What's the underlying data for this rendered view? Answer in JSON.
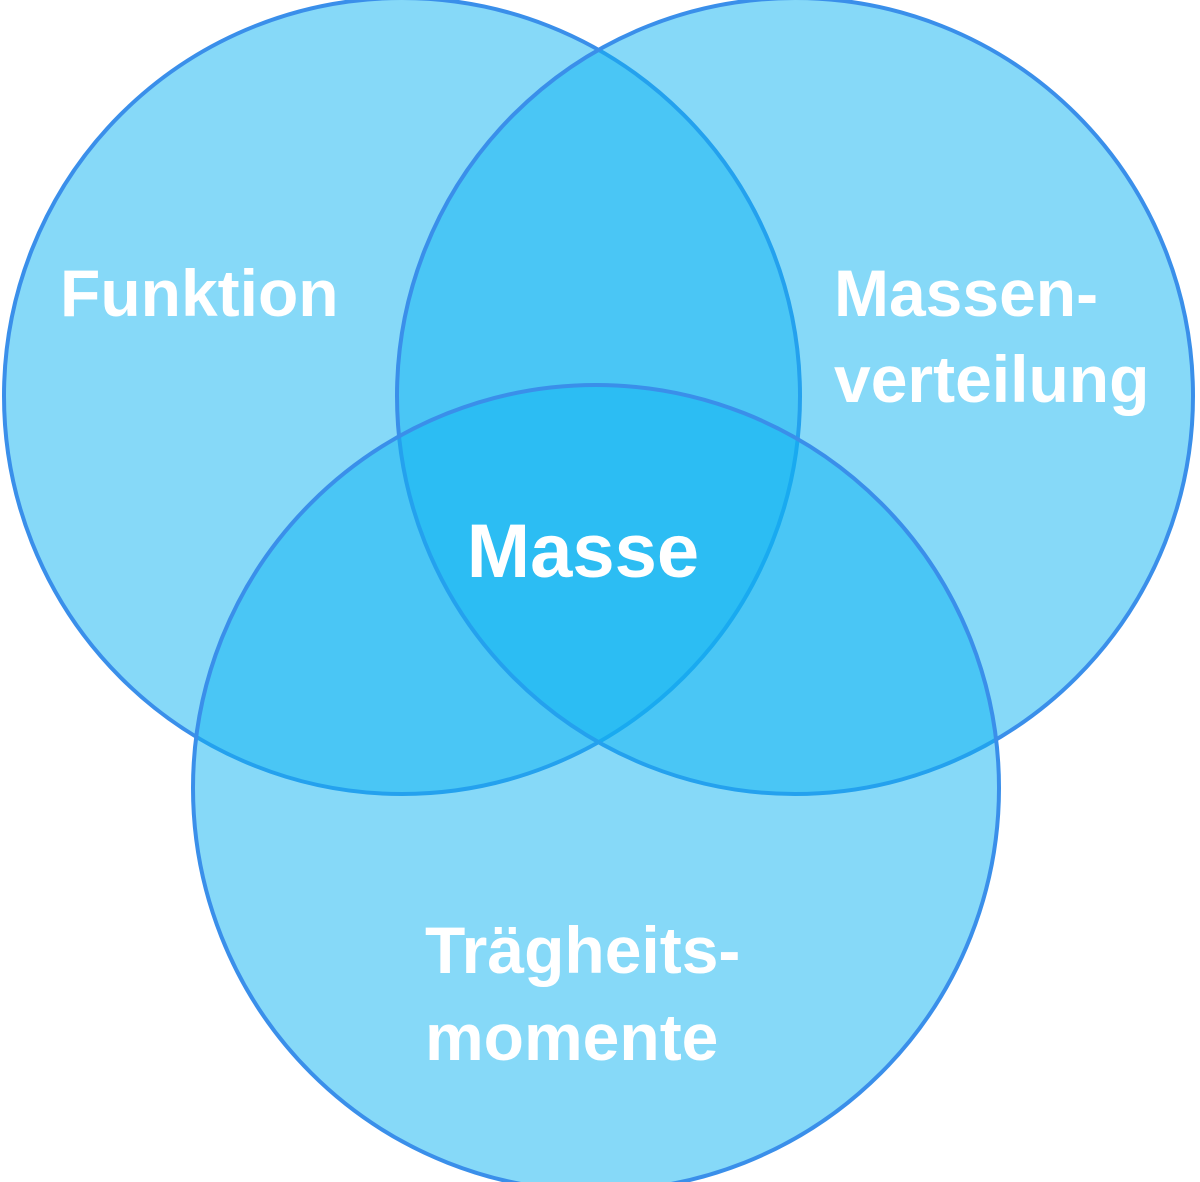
{
  "diagram": {
    "type": "venn",
    "colors": {
      "circle_fill": "#0db4f1",
      "circle_stroke": "#3a8fea",
      "label_text": "#ffffff",
      "background": "#ffffff"
    },
    "sets": [
      {
        "id": "funktion",
        "lines": [
          "Funktion"
        ]
      },
      {
        "id": "massenverteilung",
        "lines": [
          "Massen-",
          "verteilung"
        ]
      },
      {
        "id": "traegheitsmomente",
        "lines": [
          "Trägheits-",
          "momente"
        ]
      }
    ],
    "intersection": {
      "label": "Masse"
    }
  }
}
